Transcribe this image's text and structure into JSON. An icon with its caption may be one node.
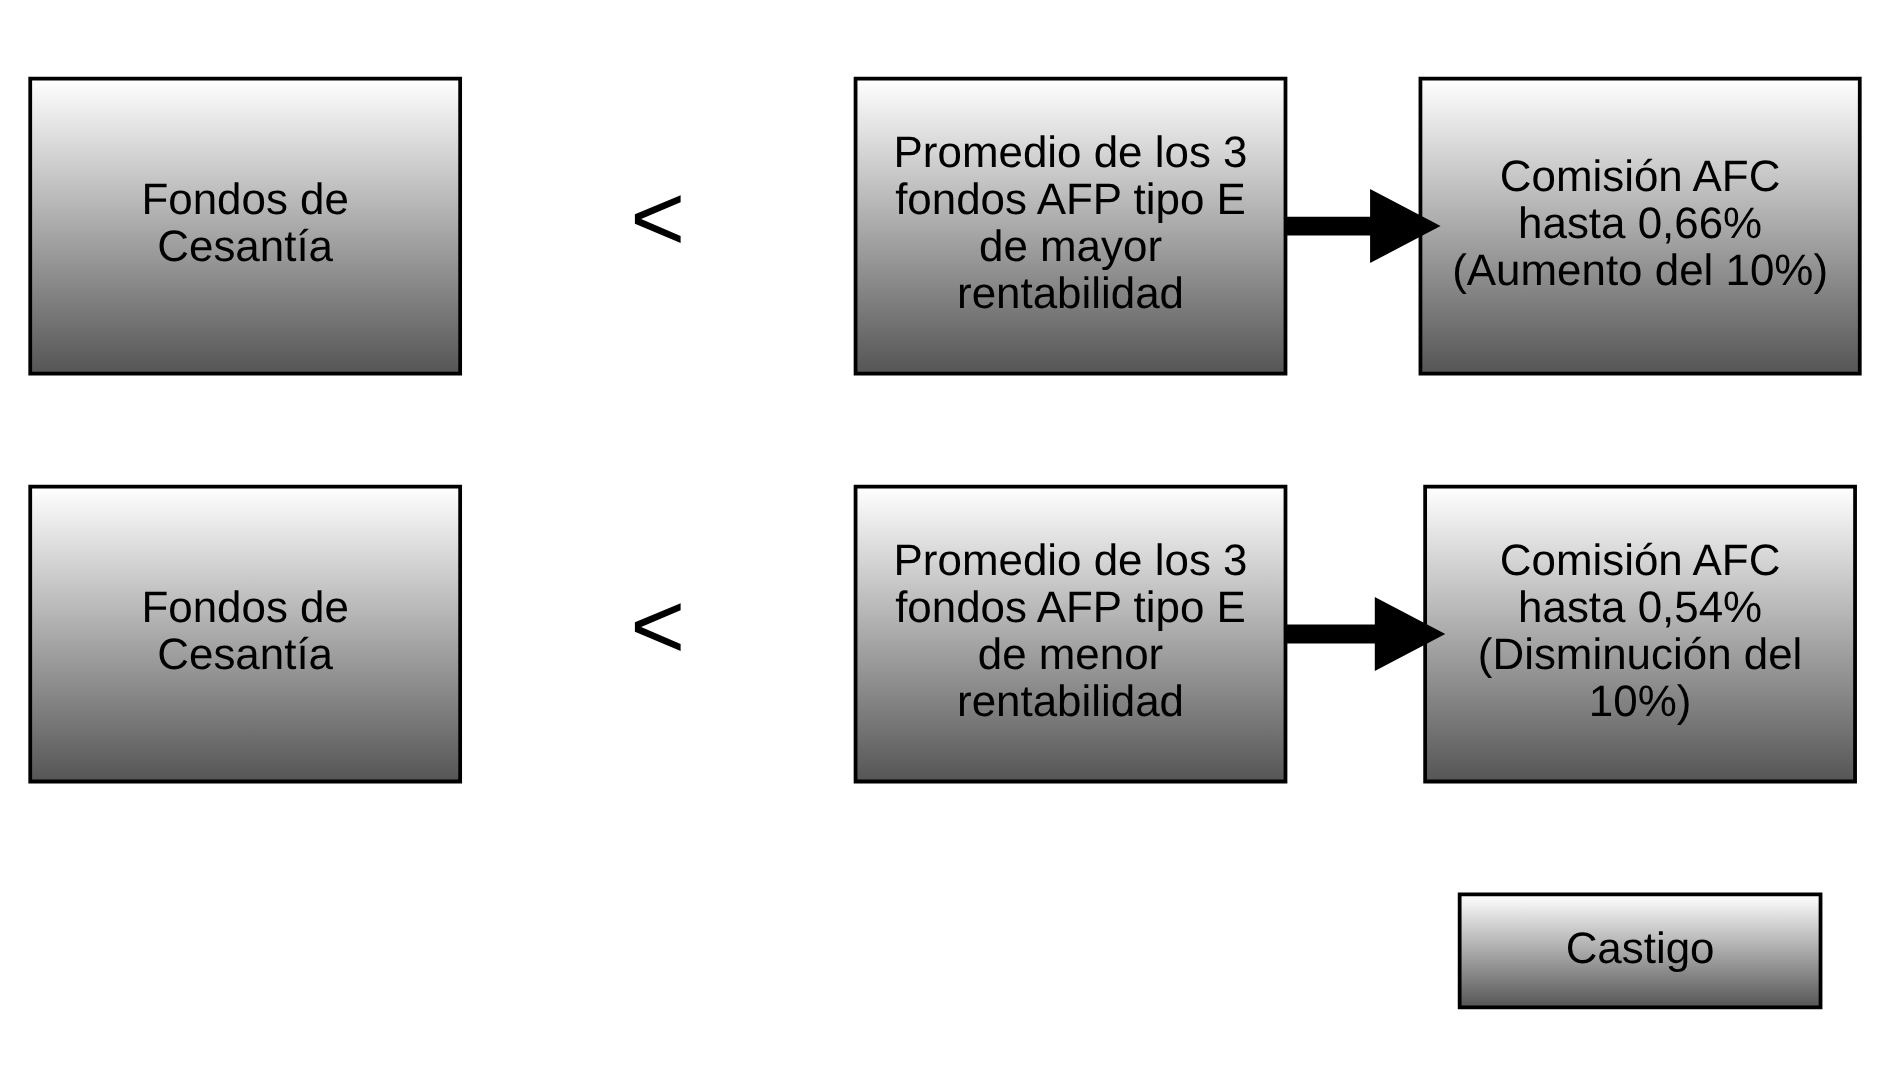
{
  "diagram": {
    "nodes": [
      {
        "text": [
          "Fondos de Cesantía"
        ]
      },
      {
        "text": [
          "Promedio de los 3 fondos AFP tipo E de mayor rentabilidad"
        ]
      },
      {
        "text": [
          "Comisión AFC hasta 0,66% (Aumento del 10%)"
        ]
      },
      {
        "text": [
          "Fondos de Cesantía"
        ]
      },
      {
        "text": [
          "Promedio de los 3 fondos AFP tipo E de menor rentabilidad"
        ]
      },
      {
        "text": [
          "Comisión AFC hasta 0,54% (Disminución del 10%)"
        ]
      },
      {
        "text": [
          "Castigo"
        ]
      }
    ],
    "edges": [
      {
        "from": 1,
        "to": 2,
        "arrow": "to"
      },
      {
        "from": 4,
        "to": 5,
        "arrow": "to"
      }
    ],
    "labels": [
      "<",
      "<"
    ]
  }
}
